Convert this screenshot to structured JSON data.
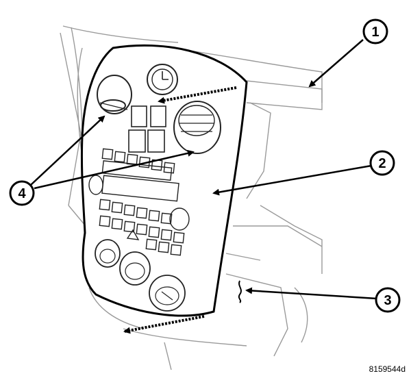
{
  "figure_id": "8159544d",
  "callouts": [
    {
      "label": "1"
    },
    {
      "label": "2"
    },
    {
      "label": "3"
    },
    {
      "label": "4"
    }
  ]
}
